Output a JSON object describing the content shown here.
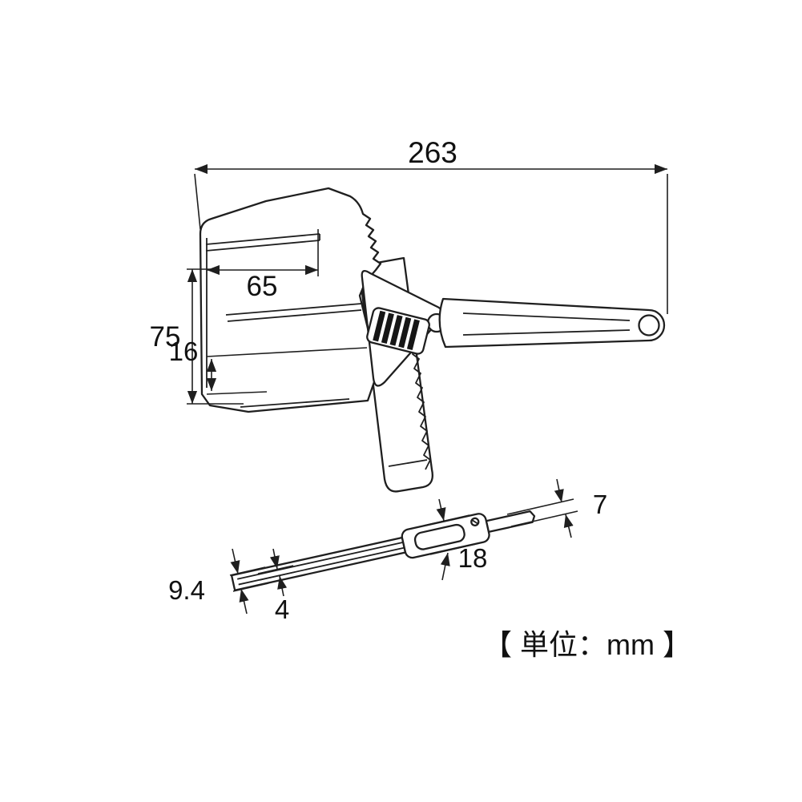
{
  "drawing": {
    "unit_note": "【 単位：mm 】",
    "dimensions": {
      "overall_length": "263",
      "jaw_depth": "65",
      "head_height": "75",
      "jaw_opening": "16",
      "tip_thickness": "7",
      "head_width": "18",
      "grip_thickness": "9.4",
      "slot_width": "4"
    },
    "colors": {
      "line": "#1f1f1f",
      "background": "#ffffff"
    }
  }
}
